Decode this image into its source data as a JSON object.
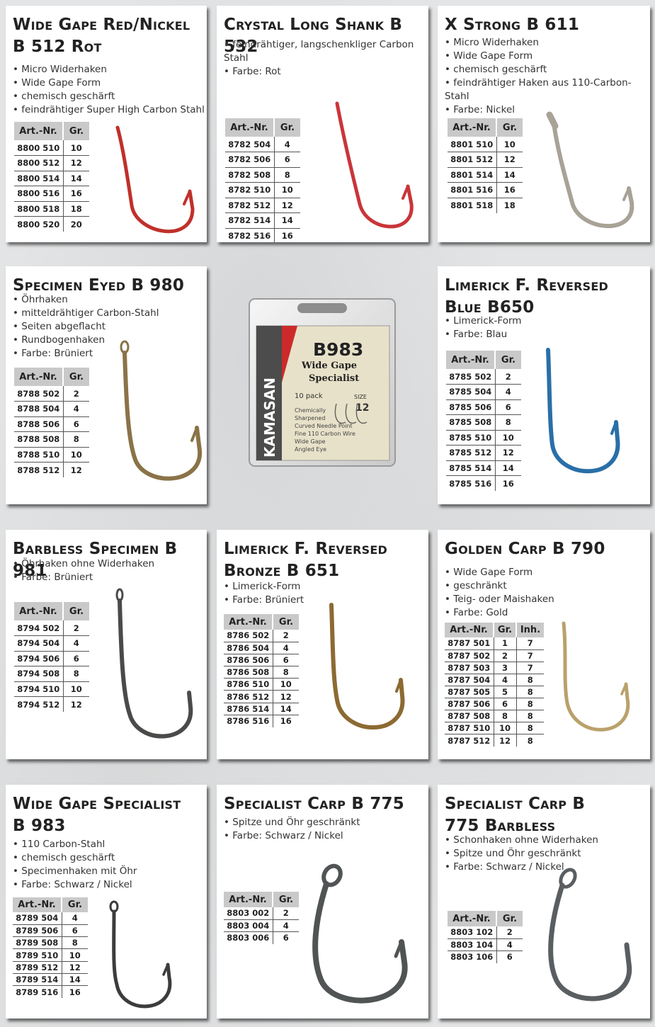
{
  "cards": [
    {
      "title": "Wide Gape Red/Nickel B 512 Rot",
      "features": [
        "Micro Widerhaken",
        "Wide Gape Form",
        "chemisch geschärft",
        "feindrähtiger Super High Carbon Stahl"
      ],
      "headers": [
        "Art.-Nr.",
        "Gr."
      ],
      "rows": [
        [
          "8800 510",
          "10"
        ],
        [
          "8800 512",
          "12"
        ],
        [
          "8800 514",
          "14"
        ],
        [
          "8800 516",
          "16"
        ],
        [
          "8800 518",
          "18"
        ],
        [
          "8800 520",
          "20"
        ]
      ],
      "hook_color": "#c0302a"
    },
    {
      "title": "Crystal Long Shank B 532",
      "features": [
        "feindrähtiger, langschenkliger Carbon Stahl",
        "Farbe: Rot"
      ],
      "headers": [
        "Art.-Nr.",
        "Gr."
      ],
      "rows": [
        [
          "8782 504",
          "4"
        ],
        [
          "8782 506",
          "6"
        ],
        [
          "8782 508",
          "8"
        ],
        [
          "8782 510",
          "10"
        ],
        [
          "8782 512",
          "12"
        ],
        [
          "8782 514",
          "14"
        ],
        [
          "8782 516",
          "16"
        ]
      ],
      "hook_color": "#c9353a"
    },
    {
      "title": "X Strong B 611",
      "features": [
        "Micro Widerhaken",
        "Wide Gape Form",
        "chemisch geschärft",
        "feindrähtiger Haken aus 110-Carbon- Stahl",
        "Farbe: Nickel"
      ],
      "headers": [
        "Art.-Nr.",
        "Gr."
      ],
      "rows": [
        [
          "8801 510",
          "10"
        ],
        [
          "8801 512",
          "12"
        ],
        [
          "8801 514",
          "14"
        ],
        [
          "8801 516",
          "16"
        ],
        [
          "8801 518",
          "18"
        ]
      ],
      "hook_color": "#a8a297"
    },
    {
      "title": "Specimen Eyed B 980",
      "features": [
        "Öhrhaken",
        "mitteldrähtiger Carbon-Stahl",
        "Seiten abgeflacht",
        "Rundbogenhaken",
        "Farbe: Brüniert"
      ],
      "headers": [
        "Art.-Nr.",
        "Gr."
      ],
      "rows": [
        [
          "8788 502",
          "2"
        ],
        [
          "8788 504",
          "4"
        ],
        [
          "8788 506",
          "6"
        ],
        [
          "8788 508",
          "8"
        ],
        [
          "8788 510",
          "10"
        ],
        [
          "8788  512",
          "12"
        ]
      ],
      "hook_color": "#8a7348"
    },
    {
      "title": "Limerick F. Reversed Blue B650",
      "features": [
        "Limerick-Form",
        "Farbe: Blau"
      ],
      "headers": [
        "Art.-Nr.",
        "Gr."
      ],
      "rows": [
        [
          "8785 502",
          "2"
        ],
        [
          "8785 504",
          "4"
        ],
        [
          "8785 506",
          "6"
        ],
        [
          "8785 508",
          "8"
        ],
        [
          "8785 510",
          "10"
        ],
        [
          "8785 512",
          "12"
        ],
        [
          "8785 514",
          "14"
        ],
        [
          "8785 516",
          "16"
        ]
      ],
      "hook_color": "#2a6fa8"
    },
    {
      "title": "Barbless Specimen B 981",
      "features": [
        "Öhrhaken ohne Widerhaken",
        "Farbe: Brüniert"
      ],
      "headers": [
        "Art.-Nr.",
        "Gr."
      ],
      "rows": [
        [
          "8794 502",
          "2"
        ],
        [
          "8794 504",
          "4"
        ],
        [
          "8794 506",
          "6"
        ],
        [
          "8794 508",
          "8"
        ],
        [
          "8794 510",
          "10"
        ],
        [
          "8794 512",
          "12"
        ]
      ],
      "hook_color": "#4a4a48"
    },
    {
      "title": "Limerick F. Reversed Bronze B 651",
      "features": [
        "Limerick-Form",
        "Farbe: Brüniert"
      ],
      "headers": [
        "Art.-Nr.",
        "Gr."
      ],
      "rows": [
        [
          "8786 502",
          "2"
        ],
        [
          "8786 504",
          "4"
        ],
        [
          "8786 506",
          "6"
        ],
        [
          "8786 508",
          "8"
        ],
        [
          "8786 510",
          "10"
        ],
        [
          "8786 512",
          "12"
        ],
        [
          "8786 514",
          "14"
        ],
        [
          "8786 516",
          "16"
        ]
      ],
      "hook_color": "#8c6a32"
    },
    {
      "title": "Golden Carp B 790",
      "features": [
        "Wide Gape Form",
        "geschränkt",
        "Teig- oder Maishaken",
        "Farbe: Gold"
      ],
      "headers": [
        "Art.-Nr.",
        "Gr.",
        "Inh."
      ],
      "rows": [
        [
          "8787 501",
          "1",
          "7"
        ],
        [
          "8787 502",
          "2",
          "7"
        ],
        [
          "8787 503",
          "3",
          "7"
        ],
        [
          "8787 504",
          "4",
          "8"
        ],
        [
          "8787 505",
          "5",
          "8"
        ],
        [
          "8787 506",
          "6",
          "8"
        ],
        [
          "8787 508",
          "8",
          "8"
        ],
        [
          "8787 510",
          "10",
          "8"
        ],
        [
          "8787 512",
          "12",
          "8"
        ]
      ],
      "hook_color": "#b9a16a"
    },
    {
      "title": "Wide Gape Specialist B 983",
      "features": [
        "110 Carbon-Stahl",
        "chemisch geschärft",
        "Specimenhaken mit Öhr",
        "Farbe: Schwarz / Nickel"
      ],
      "headers": [
        "Art.-Nr.",
        "Gr."
      ],
      "rows": [
        [
          "8789 504",
          "4"
        ],
        [
          "8789 506",
          "6"
        ],
        [
          "8789 508",
          "8"
        ],
        [
          "8789 510",
          "10"
        ],
        [
          "8789 512",
          "12"
        ],
        [
          "8789 514",
          "14"
        ],
        [
          "8789 516",
          "16"
        ]
      ],
      "hook_color": "#3c3c3c"
    },
    {
      "title": "Specialist Carp B 775",
      "features": [
        "Spitze und Öhr geschränkt",
        "Farbe: Schwarz / Nickel"
      ],
      "headers": [
        "Art.-Nr.",
        "Gr."
      ],
      "rows": [
        [
          "8803 002",
          "2"
        ],
        [
          "8803 004",
          "4"
        ],
        [
          "8803 006",
          "6"
        ]
      ],
      "hook_color": "#505455"
    },
    {
      "title": "Specialist Carp B 775 Barbless",
      "features": [
        "Schonhaken ohne Widerhaken",
        "Spitze und Öhr geschränkt",
        "Farbe: Schwarz / Nickel"
      ],
      "headers": [
        "Art.-Nr.",
        "Gr."
      ],
      "rows": [
        [
          "8803 102",
          "2"
        ],
        [
          "8803 104",
          "4"
        ],
        [
          "8803 106",
          "6"
        ]
      ],
      "hook_color": "#5a5e60"
    }
  ],
  "package": {
    "brand": "KAMASAN",
    "model": "B983",
    "name": "Wide Gape Specialist",
    "count": "10 pack",
    "size_label": "SIZE",
    "size": "12",
    "description": [
      "Chemically",
      "Sharpened",
      "Curved Needle Point",
      "Fine 110 Carbon Wire",
      "Wide Gape",
      "Angled Eye"
    ]
  }
}
